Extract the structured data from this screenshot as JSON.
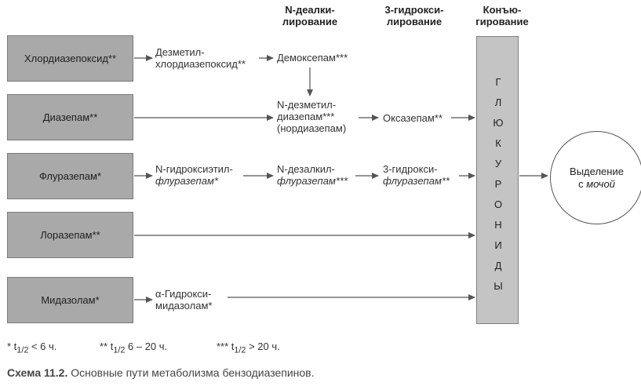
{
  "headers": {
    "n_dealk": [
      "N-деалки-",
      "лирование"
    ],
    "hydroxy3": [
      "3-гидрокси-",
      "лирование"
    ],
    "conj": [
      "Конъю-",
      "гирование"
    ]
  },
  "drugs": [
    {
      "name": "Хлордиазепоксид**"
    },
    {
      "name": "Диазепам**"
    },
    {
      "name": "Флуразепам*"
    },
    {
      "name": "Лоразепам**"
    },
    {
      "name": "Мидазолам*"
    }
  ],
  "metabolites": {
    "desmethylchlor": [
      "Дезметил-",
      "хлордиазепоксид**"
    ],
    "demoxepam": "Демоксепам***",
    "nordiazepam": [
      "N-дезметил-",
      "диазепам***",
      "(нордиазепам)"
    ],
    "oxazepam": "Оксазепам**",
    "n_hydroxyethyl": [
      "N-гидроксиэтил-",
      "флуразепам*"
    ],
    "n_desalkyl": [
      "N-дезалкил-",
      "флуразепам***"
    ],
    "hydroxy_flur": [
      "3-гидрокси-",
      "флуразепам**"
    ],
    "alpha_hydroxy": [
      "α-Гидрокси-",
      "мидазолам*"
    ]
  },
  "glucuronides_letters": [
    "Г",
    "Л",
    "Ю",
    "К",
    "У",
    "Р",
    "О",
    "Н",
    "И",
    "Д",
    "Ы"
  ],
  "excretion": {
    "line1": "Выделение",
    "line2_prefix": "с ",
    "line2_italic": "мочой"
  },
  "footnotes": {
    "f1": {
      "stars": "* t",
      "sub": "1/2",
      "rest": " < 6 ч."
    },
    "f2": {
      "stars": "** t",
      "sub": "1/2",
      "rest": " 6 – 20 ч."
    },
    "f3": {
      "stars": "*** t",
      "sub": "1/2",
      "rest": " > 20 ч."
    }
  },
  "caption": {
    "bold": "Схема 11.2.",
    "text": " Основные пути метаболизма бензодиазепинов."
  }
}
